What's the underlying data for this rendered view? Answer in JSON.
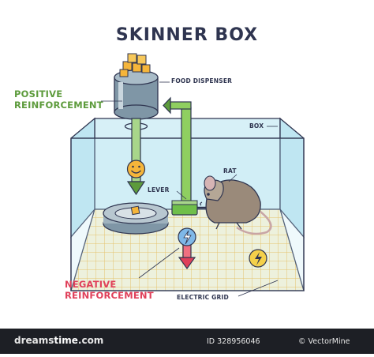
{
  "title": "SKINNER BOX",
  "labels": {
    "food_dispenser": "FOOD DISPENSER",
    "positive_reinforcement_line1": "POSITIVE",
    "positive_reinforcement_line2": "REINFORCEMENT",
    "box": "BOX",
    "rat": "RAT",
    "lever": "LEVER",
    "negative_reinforcement_line1": "NEGATIVE",
    "negative_reinforcement_line2": "REINFORCEMENT",
    "electric_grid": "ELECTRIC GRID"
  },
  "footer": {
    "logo_prefix": "dreams",
    "logo_suffix": "time",
    "logo_tld": ".com",
    "image_id": "ID 328956046",
    "copyright": "© VectorMine"
  },
  "icons": [
    "smiley-icon",
    "lightning-icon",
    "lightning-warning-icon",
    "food-cube-icon"
  ],
  "colors": {
    "title": "#2f3550",
    "positive": "#5d9b3c",
    "negative": "#e0405a",
    "glass": "#bfe6f2",
    "grid": "#f2b640",
    "dispenser": "#7f96a6",
    "lever": "#8fcf60",
    "rat": "#9a8a7a",
    "food": "#f5b53a"
  }
}
